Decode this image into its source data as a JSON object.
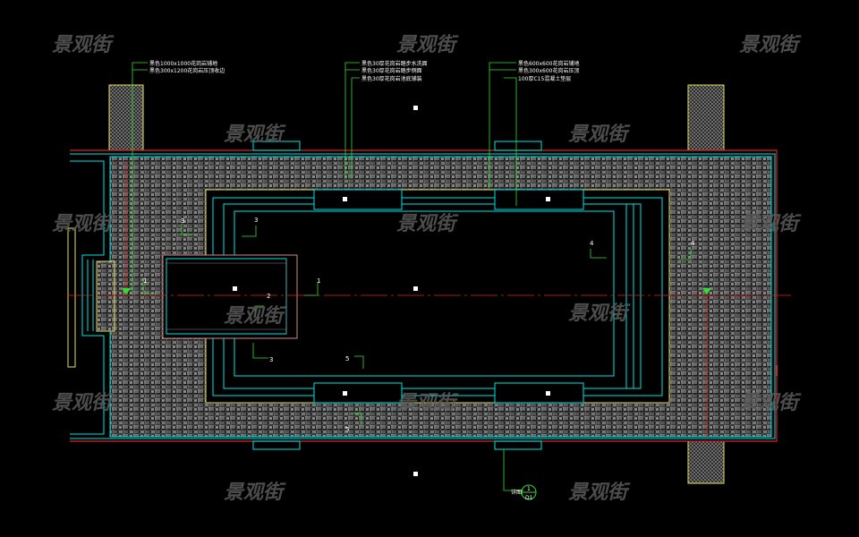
{
  "drawing": {
    "watermark": "景观街",
    "colors": {
      "background": "#000000",
      "outline": "#00e5e5",
      "accent_line": "#e8e060",
      "axis": "#e02020",
      "leader": "#33dd33",
      "paving": "#8a8a8a",
      "island": "#d08a8a"
    },
    "notes_left": [
      "黑色1000x1000花岗岩铺地",
      "黑色300x1200花岗岩压顶收边"
    ],
    "notes_mid": [
      "黑色30厚花岗岩踏步水洗面",
      "黑色30厚花岗岩踏步侧面",
      "黑色30厚花岗岩池底铺装"
    ],
    "notes_right": [
      "黑色600x600花岗岩铺地",
      "黑色300x600花岗岩压顶",
      "100厚C15混凝土垫层"
    ],
    "section_marks": [
      "1",
      "1",
      "2",
      "3",
      "3",
      "3",
      "4",
      "4",
      "5",
      "5"
    ],
    "callout": {
      "label": "详图",
      "number": "1",
      "sheet": "D1"
    }
  }
}
